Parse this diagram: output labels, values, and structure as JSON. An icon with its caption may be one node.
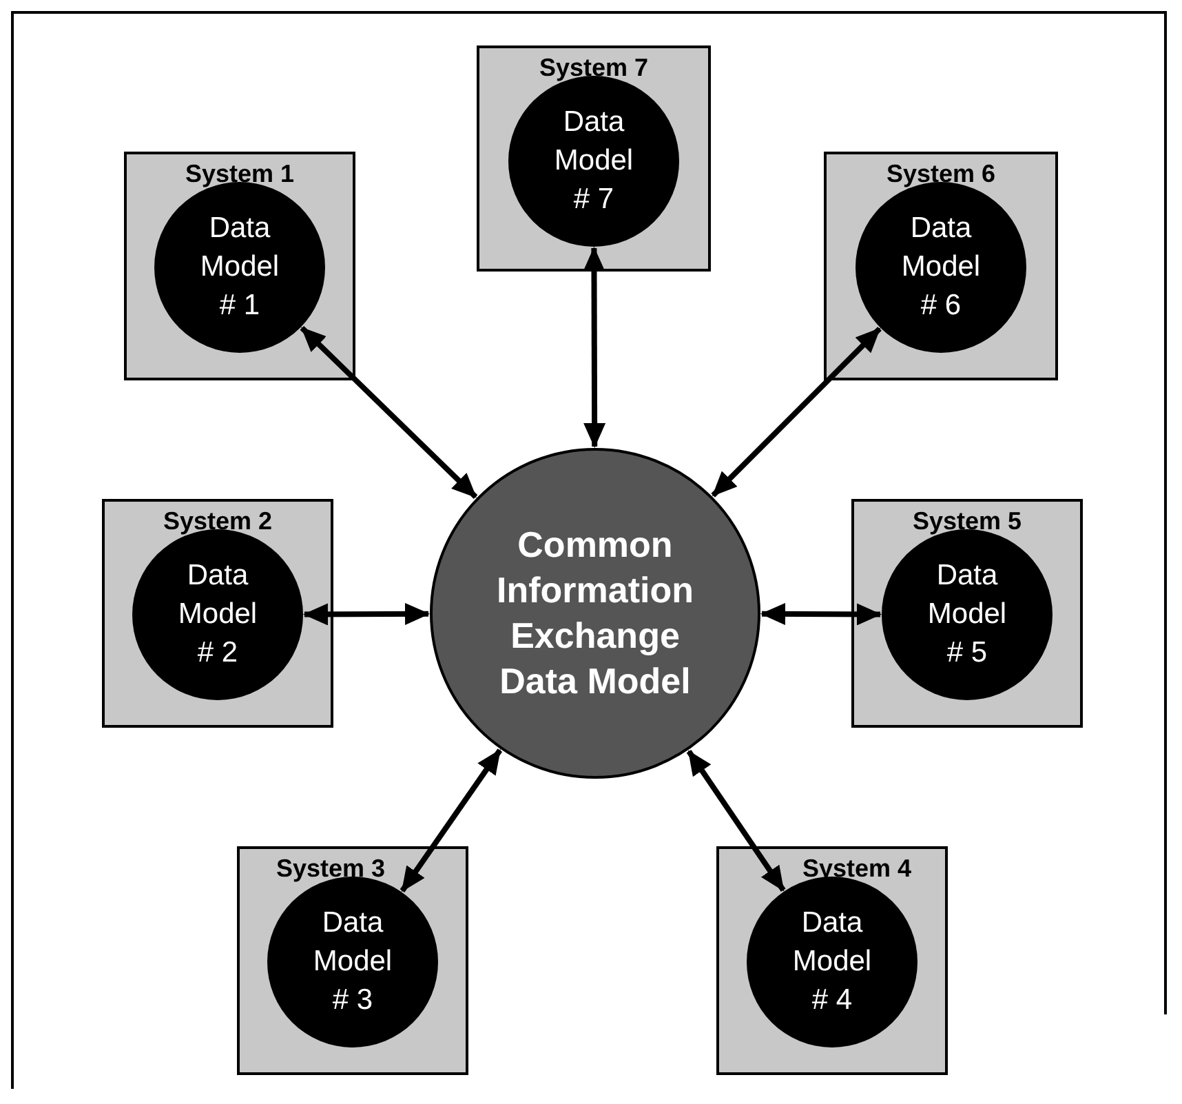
{
  "diagram": {
    "nodes": [
      {
        "text": [
          "System 7"
        ]
      },
      {
        "text": [
          "Data Model # 7"
        ],
        "in": 0
      },
      {
        "text": [
          "System 1"
        ]
      },
      {
        "text": [
          "Data Model # 1"
        ],
        "in": 2
      },
      {
        "text": [
          "System 6"
        ]
      },
      {
        "text": [
          "Data Model # 6"
        ],
        "in": 4
      },
      {
        "text": [
          "System 2"
        ]
      },
      {
        "text": [
          "Data Model # 2"
        ],
        "in": 6
      },
      {
        "text": [
          "Common Information Exchange Data Model"
        ]
      },
      {
        "text": [
          "System 5"
        ]
      },
      {
        "text": [
          "Data Model # 5"
        ],
        "in": 9
      },
      {
        "text": [
          "System 3"
        ]
      },
      {
        "text": [
          "Data Model # 3"
        ],
        "in": 11
      },
      {
        "text": [
          "System 4"
        ]
      },
      {
        "text": [
          "Data Model # 4"
        ],
        "in": 13
      }
    ],
    "edges": [
      {
        "from": 1,
        "to": 8,
        "arrow": "both"
      },
      {
        "from": 3,
        "to": 8,
        "arrow": "both"
      },
      {
        "from": 5,
        "to": 8,
        "arrow": "both"
      },
      {
        "from": 7,
        "to": 8,
        "arrow": "both"
      },
      {
        "from": 10,
        "to": 8,
        "arrow": "both"
      },
      {
        "from": 12,
        "to": 8,
        "arrow": "both"
      },
      {
        "from": 14,
        "to": 8,
        "arrow": "both"
      }
    ]
  }
}
